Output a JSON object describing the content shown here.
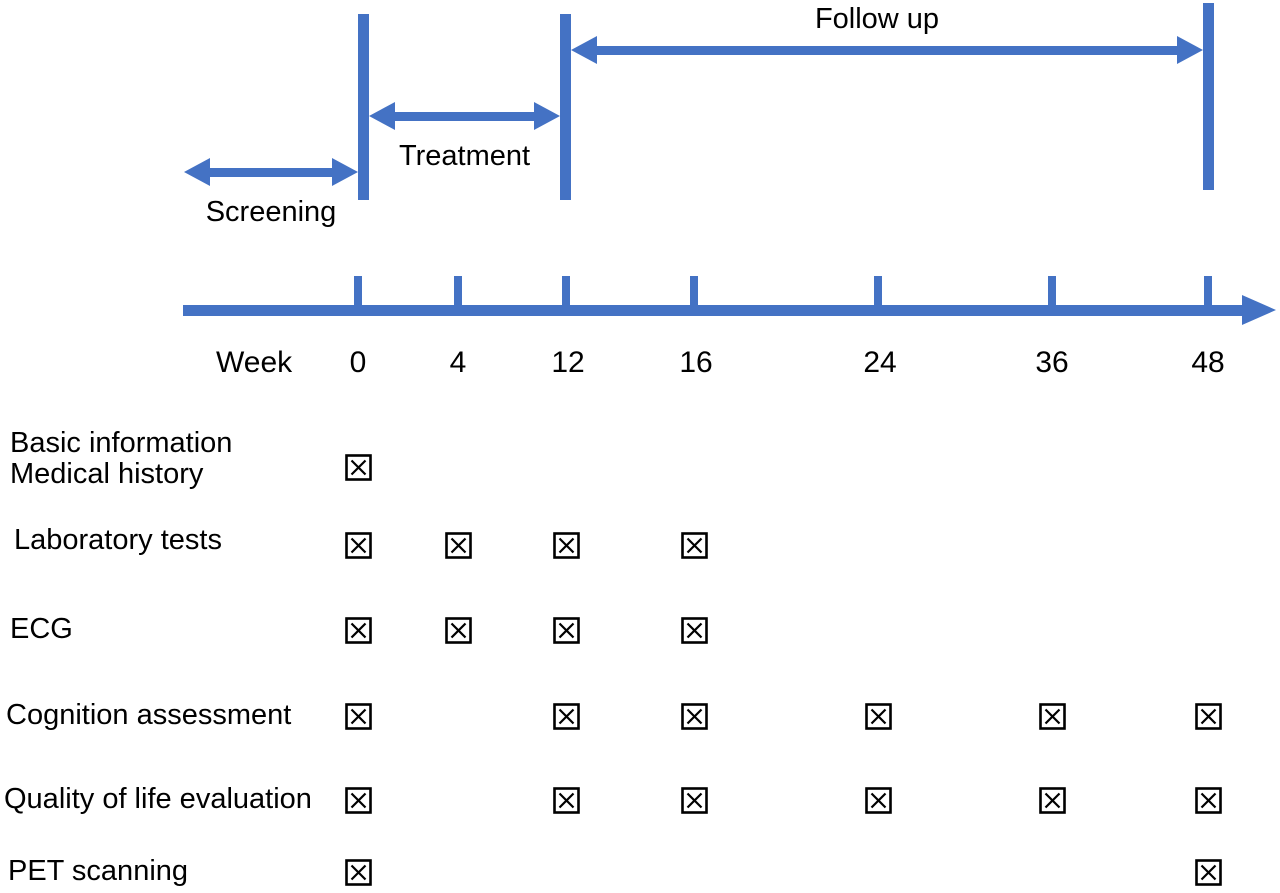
{
  "figure": {
    "type": "clinical-study-timeline",
    "phases": {
      "screening_label": "Screening",
      "treatment_label": "Treatment",
      "followup_label": "Follow up"
    },
    "timeline": {
      "axis_label": "Week",
      "weeks": [
        "0",
        "4",
        "12",
        "16",
        "24",
        "36",
        "48"
      ]
    },
    "schedule": {
      "rows": [
        {
          "label": "Basic information\nMedical history",
          "checked_weeks": [
            "0"
          ]
        },
        {
          "label": "Laboratory tests",
          "checked_weeks": [
            "0",
            "4",
            "12",
            "16"
          ]
        },
        {
          "label": "ECG",
          "checked_weeks": [
            "0",
            "4",
            "12",
            "16"
          ]
        },
        {
          "label": "Cognition assessment",
          "checked_weeks": [
            "0",
            "12",
            "16",
            "24",
            "36",
            "48"
          ]
        },
        {
          "label": "Quality of life evaluation",
          "checked_weeks": [
            "0",
            "12",
            "16",
            "24",
            "36",
            "48"
          ]
        },
        {
          "label": "PET scanning",
          "checked_weeks": [
            "0",
            "48"
          ]
        }
      ],
      "checkbox_symbol": "box-with-x"
    },
    "colors": {
      "accent_blue": "#4472C4",
      "text": "#000000",
      "checkbox": "#000000"
    }
  }
}
